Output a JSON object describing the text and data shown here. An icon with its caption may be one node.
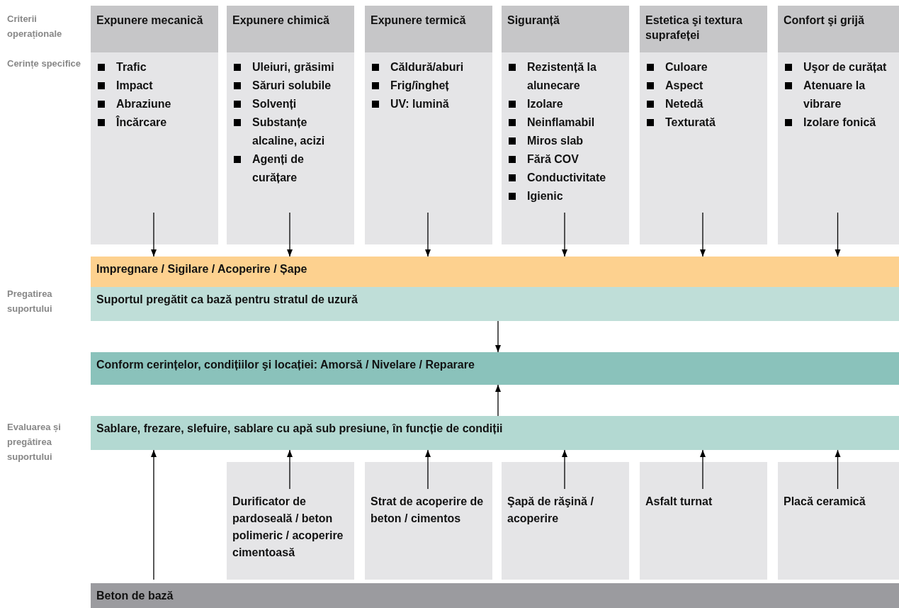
{
  "diagram": {
    "nodes": [
      {
        "text": [
          "Expunere mecanică",
          "Trafic",
          "Impact",
          "Abraziune",
          "Încărcare"
        ]
      },
      {
        "text": [
          "Expunere chimică",
          "Uleiuri, grăsimi",
          "Săruri solubile",
          "Solvenți",
          "Substanțe alcaline, acizi",
          "Agenți de curățare"
        ]
      },
      {
        "text": [
          "Expunere termică",
          "Căldură/aburi",
          "Frig/îngheț",
          "UV: lumină"
        ]
      },
      {
        "text": [
          "Siguranță",
          "Rezistență la alunecare",
          "Izolare",
          "Neinflamabil",
          "Miros slab",
          "Fără COV",
          "Conductivitate",
          "Igienic"
        ]
      },
      {
        "text": [
          "Estetica şi textura suprafeței",
          "Culoare",
          "Aspect",
          "Netedă",
          "Texturată"
        ]
      },
      {
        "text": [
          "Confort şi grijă",
          "Uşor de curățat",
          "Atenuare la vibrare",
          "Izolare fonică"
        ]
      },
      {
        "text": [
          "Impregnare / Sigilare / Acoperire / Șape"
        ]
      },
      {
        "text": [
          "Suportul pregătit ca bază pentru stratul de uzură"
        ]
      },
      {
        "text": [
          "Conform cerințelor, condițiilor şi locației: Amorsă / Nivelare / Reparare"
        ]
      },
      {
        "text": [
          "Sablare, frezare, slefuire, sablare cu apă sub presiune, în funcție de condiții"
        ]
      },
      {
        "text": [
          "Durificator de pardoseală / beton polimeric / acoperire cimentoasă"
        ]
      },
      {
        "text": [
          "Strat de acoperire de beton / cimentos"
        ]
      },
      {
        "text": [
          "Şapă de răşină / acoperire"
        ]
      },
      {
        "text": [
          "Asfalt turnat"
        ]
      },
      {
        "text": [
          "Placă ceramică"
        ]
      },
      {
        "text": [
          "Beton de bază"
        ]
      }
    ],
    "edges": [
      {
        "from": 0,
        "to": 6,
        "arrow": "to"
      },
      {
        "from": 1,
        "to": 6,
        "arrow": "to"
      },
      {
        "from": 2,
        "to": 6,
        "arrow": "to"
      },
      {
        "from": 3,
        "to": 6,
        "arrow": "to"
      },
      {
        "from": 4,
        "to": 6,
        "arrow": "to"
      },
      {
        "from": 5,
        "to": 6,
        "arrow": "to"
      },
      {
        "from": 7,
        "to": 8,
        "arrow": "to"
      },
      {
        "from": 9,
        "to": 8,
        "arrow": "to"
      },
      {
        "from": 10,
        "to": 9,
        "arrow": "to"
      },
      {
        "from": 11,
        "to": 9,
        "arrow": "to"
      },
      {
        "from": 12,
        "to": 9,
        "arrow": "to"
      },
      {
        "from": 13,
        "to": 9,
        "arrow": "to"
      },
      {
        "from": 14,
        "to": 9,
        "arrow": "to"
      },
      {
        "from": 15,
        "to": 9,
        "arrow": "to"
      }
    ],
    "labels": [
      "Criterii operaționale",
      "Cerințe specifice",
      "Pregatirea suportului",
      "Evaluarea și pregătirea suportului"
    ]
  }
}
